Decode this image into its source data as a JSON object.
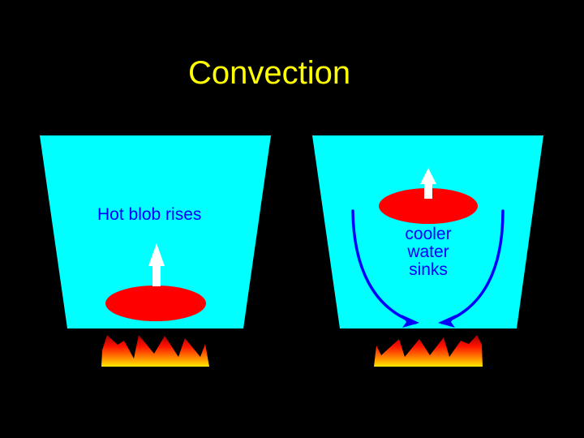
{
  "title": "Convection",
  "colors": {
    "background": "#000000",
    "title": "#ffff00",
    "water": "#00ffff",
    "blob": "#ff0000",
    "arrow": "#ffffff",
    "label": "#0000ff",
    "flow_arrow": "#0000ff",
    "flame_top": "#a00000",
    "flame_bottom": "#ffe000"
  },
  "left_panel": {
    "label": "Hot blob rises"
  },
  "right_panel": {
    "label_lines": [
      "cooler",
      "water",
      "sinks"
    ]
  }
}
